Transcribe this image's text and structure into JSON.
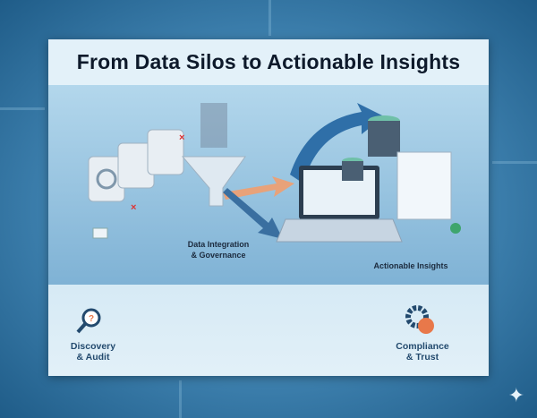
{
  "title": "From Data Silos to Actionable Insights",
  "illustration": {
    "stage_integration": [
      "Data Integration",
      "& Governance"
    ],
    "stage_insights": "Actionable Insights"
  },
  "footer": {
    "discovery": [
      "Discovery",
      "& Audit"
    ],
    "compliance": [
      "Compliance",
      "& Trust"
    ]
  },
  "colors": {
    "accent_orange": "#e8784a",
    "dark_blue": "#234a6e",
    "teal": "#2e7f9a"
  }
}
